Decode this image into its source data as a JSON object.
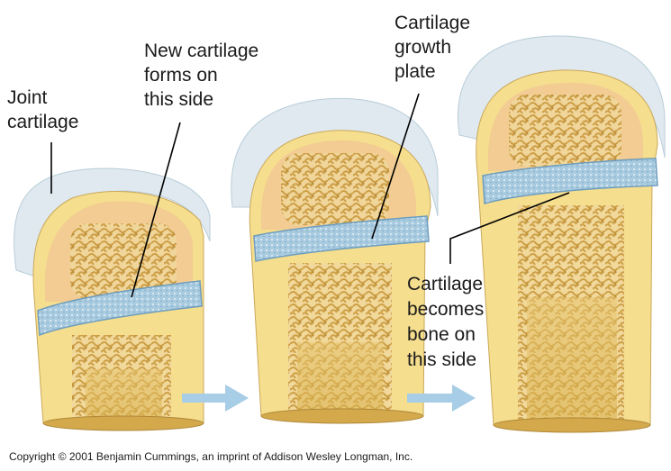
{
  "labels": {
    "joint_cartilage": [
      "Joint",
      "cartilage"
    ],
    "new_cartilage": [
      "New cartilage",
      "forms on",
      "this side"
    ],
    "growth_plate": [
      "Cartilage",
      "growth",
      "plate"
    ],
    "becomes_bone": [
      "Cartilage",
      "becomes",
      "bone on",
      "this side"
    ]
  },
  "copyright": "Copyright © 2001 Benjamin Cummings, an imprint of Addison Wesley Longman, Inc.",
  "colors": {
    "joint_cartilage": "#dfe9ef",
    "growth_plate_blue": "#8fb8d4",
    "bone_surface": "#f2cc93",
    "spongy_bone": "#d9b45a",
    "outer_shaft": "#f5de8e",
    "arrow": "#a8cde6"
  }
}
